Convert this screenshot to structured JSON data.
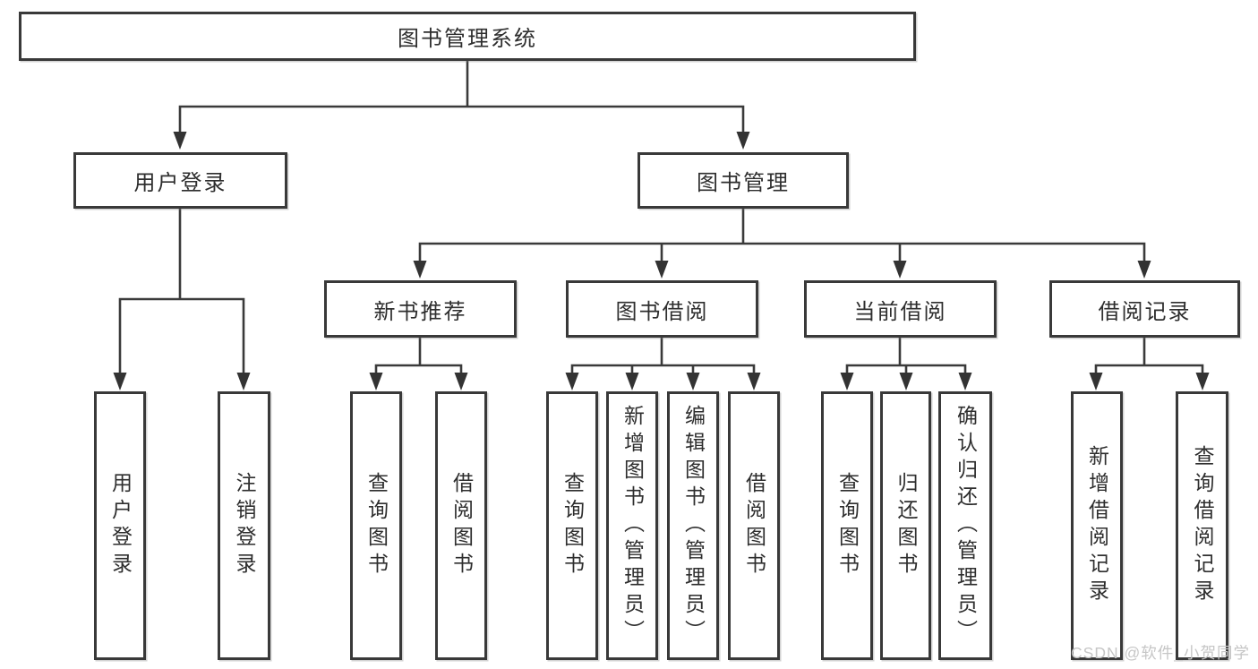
{
  "diagram": {
    "type": "hierarchy-tree",
    "colors": {
      "line": "#3a3a3a",
      "box_border": "#393939",
      "text": "#2e2e2e",
      "background": "#ffffff",
      "watermark": "#c6c6c6"
    },
    "nodes": {
      "root": {
        "label": "图书管理系统"
      },
      "level2": [
        {
          "id": "user-login",
          "label": "用户登录"
        },
        {
          "id": "book-management",
          "label": "图书管理"
        }
      ],
      "level3": [
        {
          "id": "new-book-recommendation",
          "label": "新书推荐"
        },
        {
          "id": "book-borrowing",
          "label": "图书借阅"
        },
        {
          "id": "current-borrowing",
          "label": "当前借阅"
        },
        {
          "id": "borrowing-records",
          "label": "借阅记录"
        }
      ],
      "leaves": {
        "user_login": [
          {
            "label": "用户登录"
          },
          {
            "label": "注销登录"
          }
        ],
        "new_book": [
          {
            "label": "查询图书"
          },
          {
            "label": "借阅图书"
          }
        ],
        "book_borrow": [
          {
            "label": "查询图书"
          },
          {
            "label": "新增图书（管理员）"
          },
          {
            "label": "编辑图书（管理员）"
          },
          {
            "label": "借阅图书"
          }
        ],
        "current_borrow": [
          {
            "label": "查询图书"
          },
          {
            "label": "归还图书"
          },
          {
            "label": "确认归还（管理员）"
          }
        ],
        "borrow_records": [
          {
            "label": "新增借阅记录"
          },
          {
            "label": "查询借阅记录"
          }
        ]
      }
    }
  },
  "watermark": "CSDN @软件_小贺同学"
}
